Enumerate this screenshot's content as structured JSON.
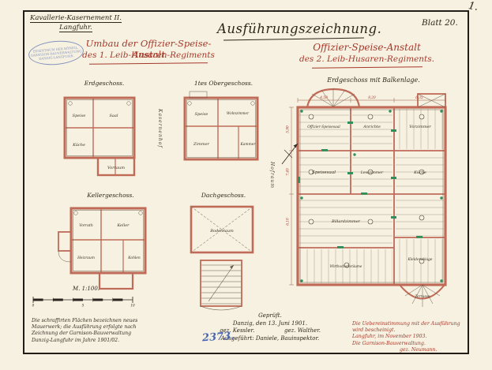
{
  "sheet": {
    "corner_mark": "1.",
    "blatt": "Blatt 20.",
    "archive_number": "2373."
  },
  "header": {
    "site_line1": "Kavallerie-Kasernement II.",
    "site_line2": "Langfuhr.",
    "stamp": {
      "line1": "EIGENTHUM DER KÖNIGL.",
      "line2": "GARNISON-BAUVERWALTUNG",
      "line3": "DANZIG-LANGFUHR."
    },
    "main_title": "Ausführungszeichnung.",
    "left_title_line1": "Umbau der Offizier-Speise-Anstalt",
    "left_title_line2": "des 1. Leib-Husaren-Regiments",
    "right_title_line1": "Offizier-Speise-Anstalt",
    "right_title_line2": "des 2. Leib-Husaren-Regiments."
  },
  "plans": {
    "erdgeschoss": {
      "title": "Erdgeschoss.",
      "side_label": "Kasernenhof",
      "rooms": {
        "r1": "Speise",
        "r2": "Saal",
        "r3": "Küche",
        "r4": "Vorraum"
      }
    },
    "obergeschoss": {
      "title": "1tes Obergeschoss.",
      "rooms": {
        "r1": "Speise",
        "r2": "Wohnzimmer",
        "r3": "Zimmer",
        "r4": "Kammer"
      }
    },
    "kellergeschoss": {
      "title": "Kellergeschoss.",
      "rooms": {
        "r1": "Vorrath",
        "r2": "Keller",
        "r3": "Heizraum",
        "r4": "Kohlen"
      }
    },
    "dachgeschoss": {
      "title": "Dachgeschoss.",
      "rooms": {
        "r1": "Bodenraum"
      }
    },
    "hauptplan": {
      "title": "Erdgeschoss mit Balkenlage.",
      "side_label": "Hofraum",
      "rooms": {
        "r1": "Offizier-Speisesaal",
        "r2": "Anrichte",
        "r3": "Vorzimmer",
        "r4": "Speisesaal",
        "r5": "Lesezimmer",
        "r6": "Küche",
        "r7": "Billardzimmer",
        "r8": "Kleiderablage",
        "r9": "Wirthschaftsräume",
        "r10": "Terrasse"
      },
      "dims": {
        "top1": "4,50",
        "top2": "8,20",
        "top3": "6,35",
        "left1": "5,90",
        "left2": "7,40",
        "left3": "6,10"
      }
    }
  },
  "scale_bar": {
    "label": "M. 1:100.",
    "tick0": "0",
    "tick5": "5",
    "tick10": "10"
  },
  "notes_left": {
    "l1": "Die schraffirten Flächen bezeichnen neues",
    "l2": "Mauerwerk; die Ausführung erfolgte nach",
    "l3": "Zeichnung der Garnison-Bauverwaltung",
    "l4": "Danzig-Langfuhr im Jahre 1901/02."
  },
  "approval": {
    "checked": "Geprüft.",
    "date": "Danzig, den 13. Juni 1901.",
    "sig1": "gez. Kessler.",
    "sig2": "gez. Walther.",
    "executed": "Ausgeführt: Daniele, Bauinspektor."
  },
  "notes_right": {
    "l1": "Die Uebereinstimmung mit der Ausführung",
    "l2": "wird bescheinigt.",
    "l3": "Langfuhr, im November 1903.",
    "l4": "Die Garnison-Bauverwaltung.",
    "l5": "gez. Neumann."
  }
}
